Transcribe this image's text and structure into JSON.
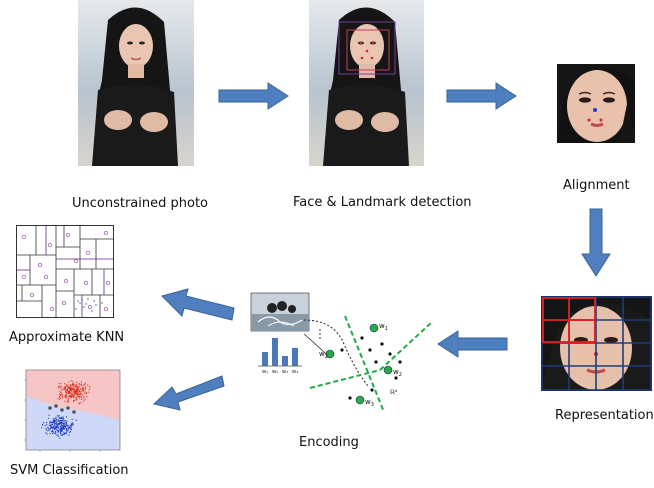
{
  "labels": {
    "unconstrained": "Unconstrained photo",
    "detection": "Face & Landmark detection",
    "alignment": "Alignment",
    "representation": "Representation",
    "encoding": "Encoding",
    "knn": "Approximate KNN",
    "svm": "SVM Classification"
  },
  "encoding": {
    "w1": "w",
    "w2": "w",
    "w3": "w",
    "sub1": "1",
    "sub2": "2",
    "sub3": "3",
    "hist_labels": [
      "w₁",
      "w₂",
      "w₃",
      "w₄"
    ],
    "space_label": "ℝᵈ"
  },
  "colors": {
    "arrow": "#4f7fbf",
    "arrow_stroke": "#3a6398",
    "dashed": "#22aa44",
    "grid_red": "#e02020",
    "grid_blue": "#1e3c78",
    "svm_red_region": "#f6c6c6",
    "svm_blue_region": "#cfd8f6"
  }
}
